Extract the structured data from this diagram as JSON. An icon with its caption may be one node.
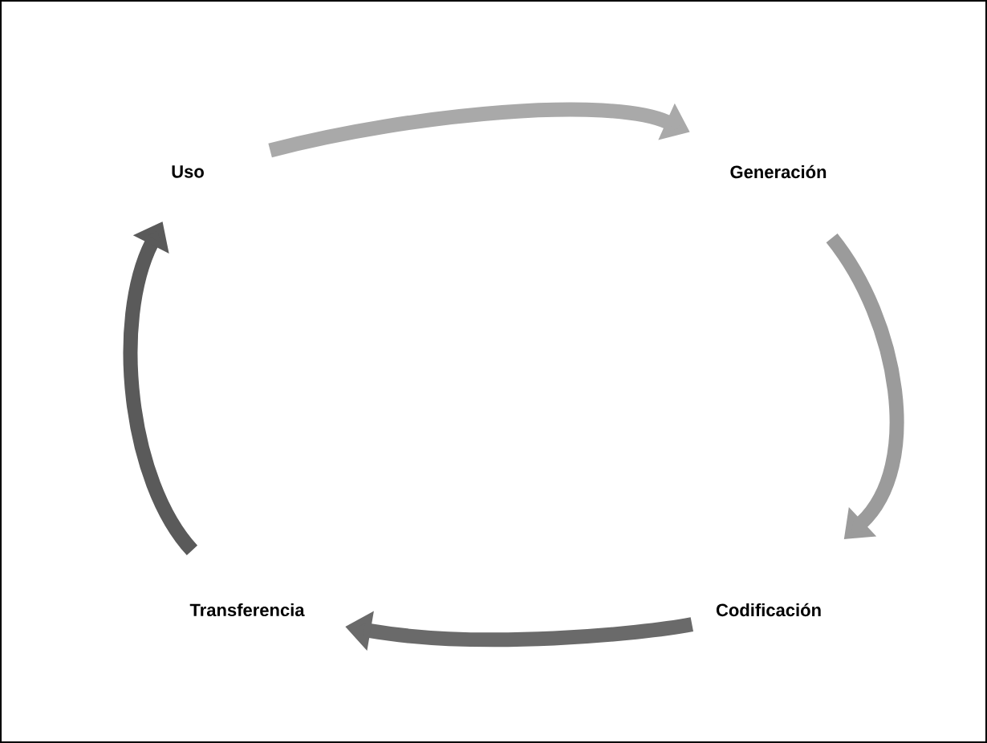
{
  "diagram": {
    "nodes": [
      {
        "text": [
          "Uso"
        ]
      },
      {
        "text": [
          "Generación"
        ]
      },
      {
        "text": [
          "Codificación"
        ]
      },
      {
        "text": [
          "Transferencia"
        ]
      }
    ],
    "edges": [
      {
        "from": 0,
        "to": 1,
        "arrow": "to",
        "color": "#a9a9a9"
      },
      {
        "from": 1,
        "to": 2,
        "arrow": "to",
        "color": "#9b9b9b"
      },
      {
        "from": 2,
        "to": 3,
        "arrow": "to",
        "color": "#6a6a6a"
      },
      {
        "from": 3,
        "to": 0,
        "arrow": "to",
        "color": "#5a5a5a"
      }
    ]
  }
}
